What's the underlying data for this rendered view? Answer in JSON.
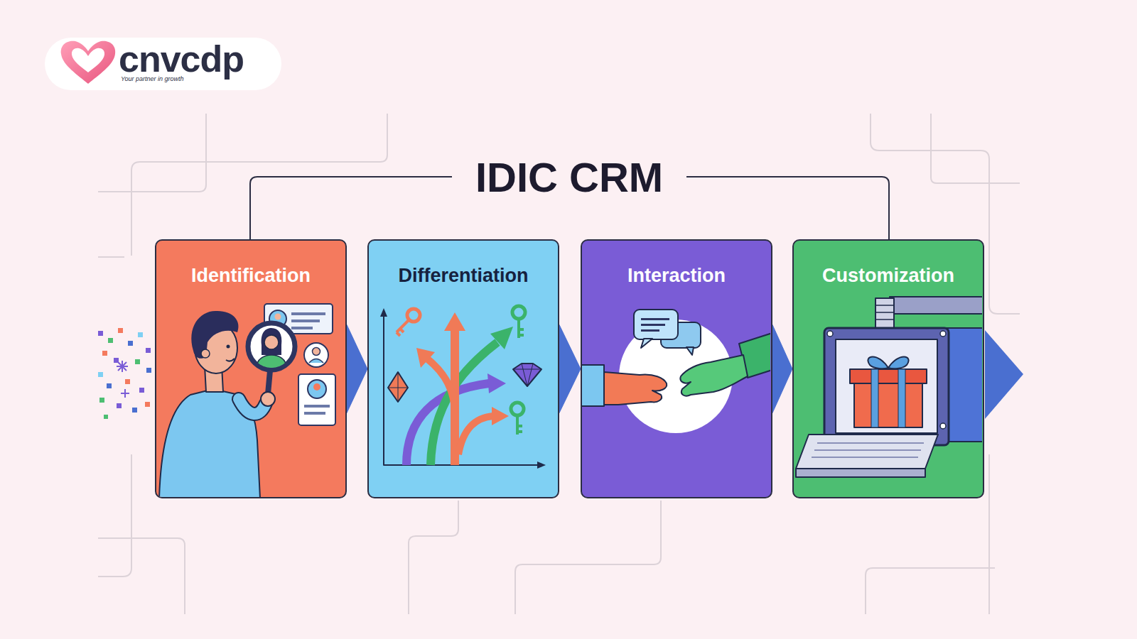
{
  "diagram": {
    "title": "IDIC CRM",
    "nodes": [
      {
        "text": [
          "Identification"
        ]
      },
      {
        "text": [
          "Differentiation"
        ]
      },
      {
        "text": [
          "Interaction"
        ]
      },
      {
        "text": [
          "Customization"
        ]
      }
    ],
    "edges": [
      {
        "from": 0,
        "to": 1,
        "arrow": "to"
      },
      {
        "from": 1,
        "to": 2,
        "arrow": "to"
      },
      {
        "from": 2,
        "to": 3,
        "arrow": "to"
      }
    ],
    "labels": [
      "cnvcdp",
      "Your partner in growth"
    ]
  }
}
